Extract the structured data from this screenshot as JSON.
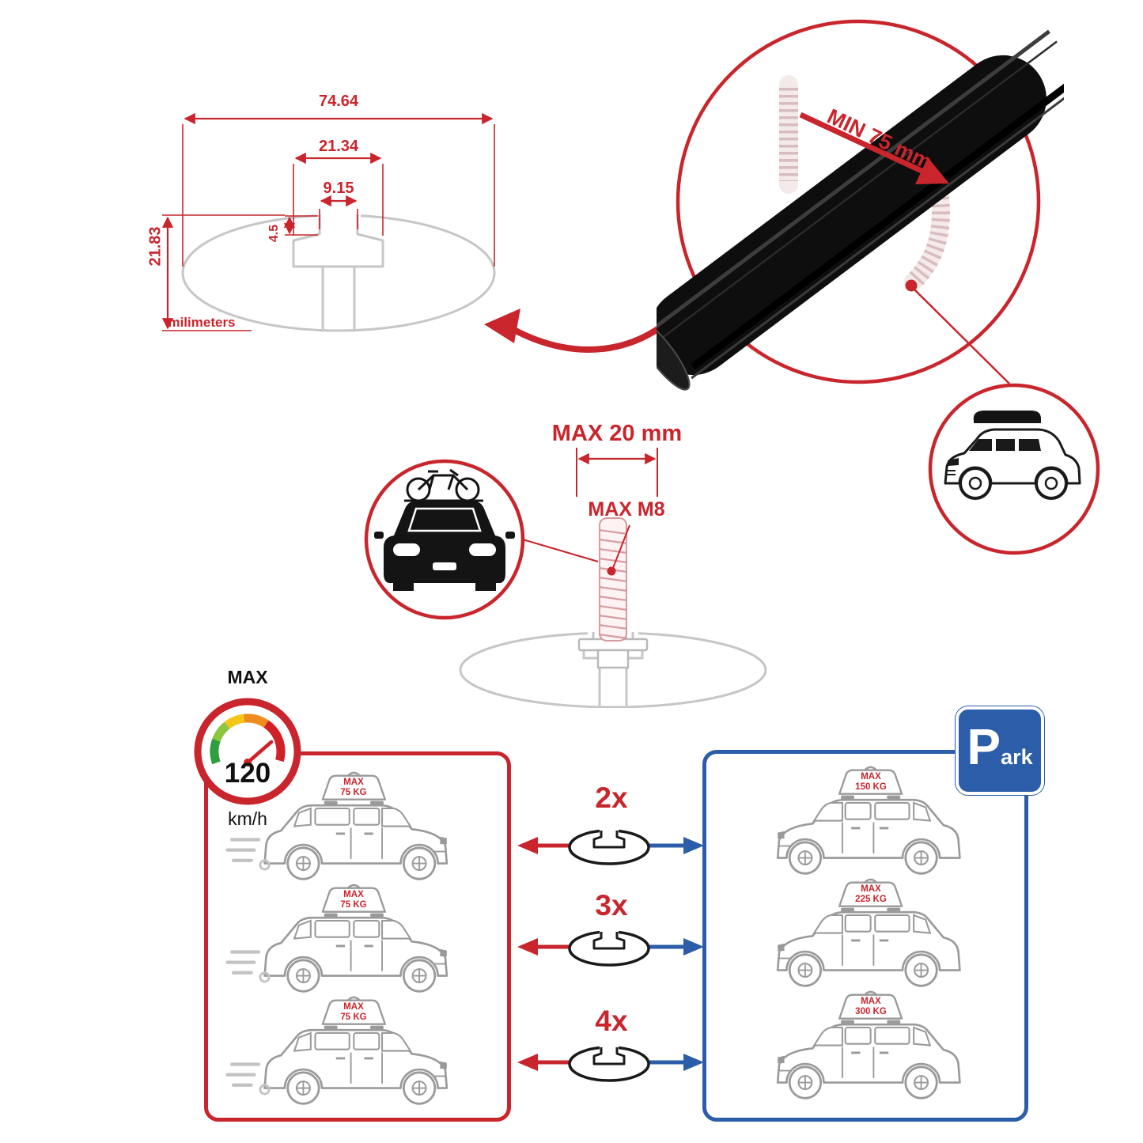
{
  "colors": {
    "red": "#c9252c",
    "blue": "#2b5da8",
    "gray_line": "#9a9a9a",
    "light_gray": "#c6c6c6",
    "black": "#111111"
  },
  "icons": {
    "speedometer-icon": "gauge-dial",
    "park-sign-icon": "parking-square",
    "roofbox-suv-icon": "suv-with-roof-box",
    "bike-car-icon": "car-front-with-bike",
    "crossbar-icon": "crossbar-cross-section",
    "driving-car-icon": "suv-side-driving",
    "parked-car-icon": "suv-side-parked"
  },
  "cross_section": {
    "total_width": "74.64",
    "channel_width": "21.34",
    "slot_width": "9.15",
    "slot_depth": "4.5",
    "total_height": "21.83",
    "unit": "milimeters"
  },
  "closeup": {
    "min_clamp": "MIN 75 mm"
  },
  "bolt": {
    "max_length": "MAX 20 mm",
    "max_thread": "MAX M8"
  },
  "speed_limit": {
    "label": "MAX",
    "value": "120",
    "unit": "km/h"
  },
  "driving_panel": {
    "cars": [
      {
        "max": "MAX",
        "weight": "75 KG"
      },
      {
        "max": "MAX",
        "weight": "75 KG"
      },
      {
        "max": "MAX",
        "weight": "75 KG"
      }
    ]
  },
  "multipliers": [
    {
      "label": "2x"
    },
    {
      "label": "3x"
    },
    {
      "label": "4x"
    }
  ],
  "parked_panel": {
    "sign_letter": "P",
    "sign_rest": "ark",
    "cars": [
      {
        "max": "MAX",
        "weight": "150 KG"
      },
      {
        "max": "MAX",
        "weight": "225 KG"
      },
      {
        "max": "MAX",
        "weight": "300 KG"
      }
    ]
  }
}
